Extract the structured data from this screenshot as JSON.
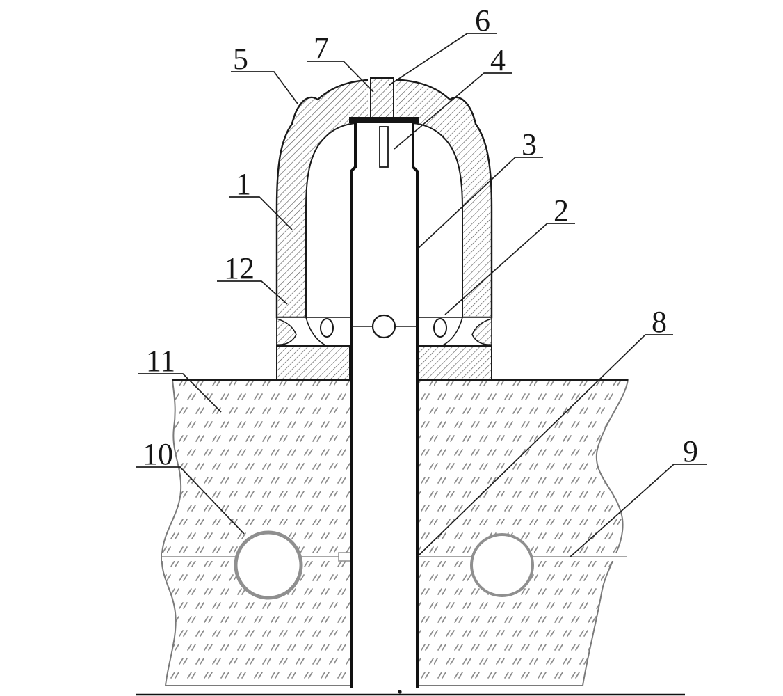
{
  "figure": {
    "background": "#ffffff",
    "stroke_color": "#1a1a1a",
    "hatch_color": "#565656",
    "ground_mark_color": "#8c8c8c",
    "pipe_stroke_color": "#8f8f8f",
    "caption_dot": "."
  },
  "callouts": {
    "c1": "1",
    "c2": "2",
    "c3": "3",
    "c4": "4",
    "c5": "5",
    "c6": "6",
    "c7": "7",
    "c8": "8",
    "c9": "9",
    "c10": "10",
    "c11": "11",
    "c12": "12"
  }
}
